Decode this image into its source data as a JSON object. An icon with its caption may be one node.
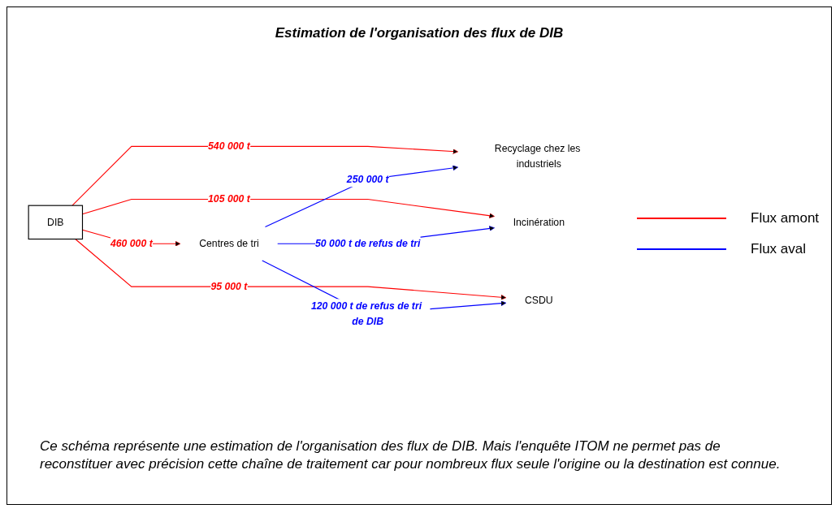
{
  "diagram": {
    "title": "Estimation de l'organisation des flux de DIB",
    "caption": "Ce schéma représente une estimation de l'organisation des flux de DIB. Mais l'enquête ITOM ne permet pas de reconstituer avec précision cette chaîne de traitement car pour nombreux flux seule l'origine ou la destination est connue.",
    "nodes": [
      {
        "text": [
          "DIB"
        ]
      },
      {
        "text": [
          "Recyclage chez les industriels"
        ]
      },
      {
        "text": [
          "Incinération"
        ]
      },
      {
        "text": [
          "Centres de tri"
        ]
      },
      {
        "text": [
          "CSDU"
        ]
      }
    ],
    "edges": [
      {
        "from": 0,
        "to": 1,
        "arrow": "to",
        "label": "540 000 t"
      },
      {
        "from": 0,
        "to": 2,
        "arrow": "to",
        "label": "105 000 t"
      },
      {
        "from": 0,
        "to": 3,
        "arrow": "to",
        "label": "460 000 t"
      },
      {
        "from": 0,
        "to": 4,
        "arrow": "to",
        "label": "95 000 t"
      },
      {
        "from": 3,
        "to": 2,
        "arrow": "to",
        "label": "50 000 t de refus de tri",
        "color": "#0000ff"
      },
      {
        "from": 3,
        "to": 1,
        "arrow": "to",
        "label": "250 000 t",
        "color": "#0000ff"
      },
      {
        "from": 3,
        "to": 4,
        "arrow": "to",
        "label": "120 000 t de refus de tri de DIB",
        "color": "#0000ff"
      }
    ],
    "legend": [
      {
        "text": "Flux amont"
      },
      {
        "text": "Flux aval"
      }
    ]
  }
}
